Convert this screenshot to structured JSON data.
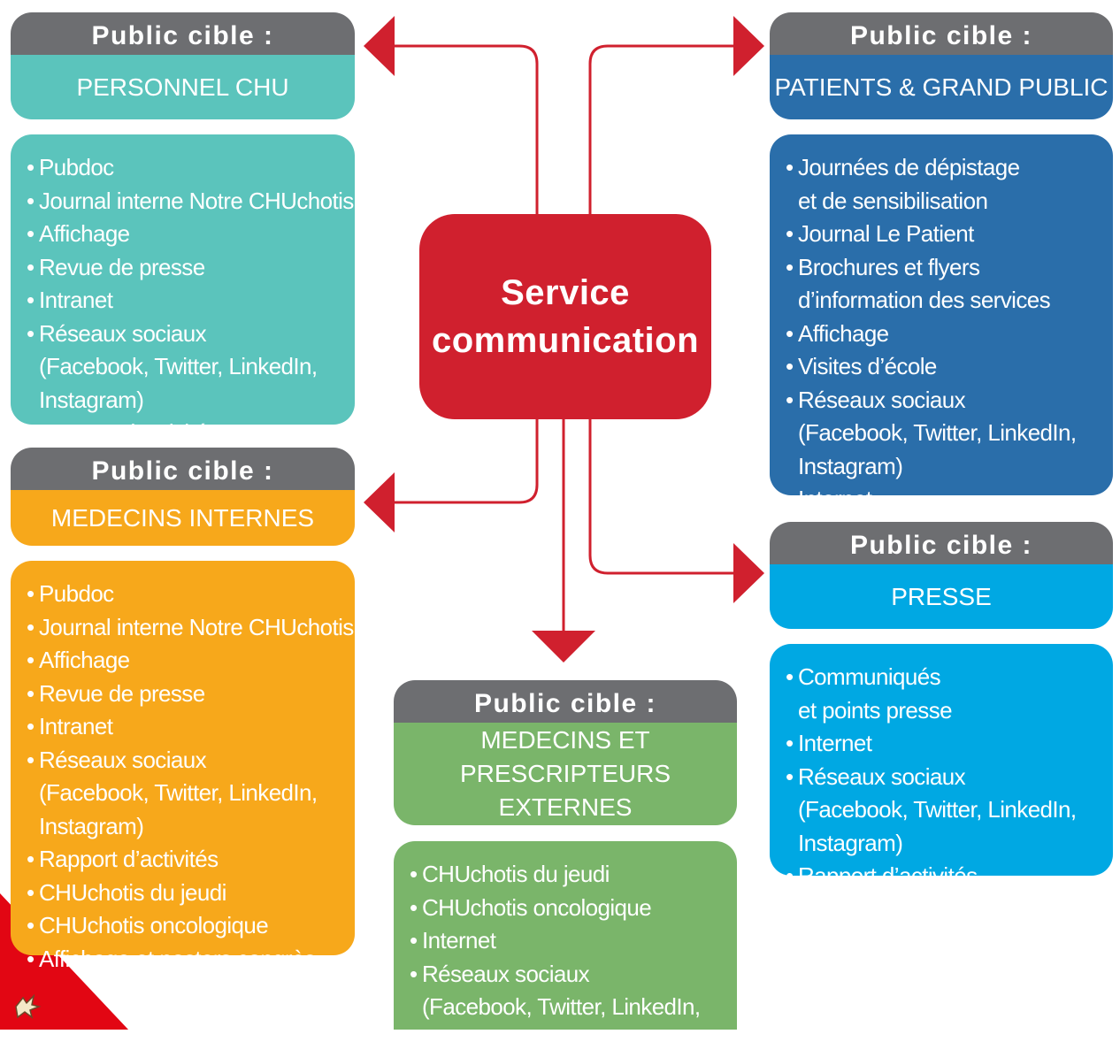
{
  "center": {
    "line1": "Service",
    "line2": "communication"
  },
  "accent_color": "#d0202e",
  "header_color": "#6d6e71",
  "audiences": [
    {
      "header": "Public cible :",
      "label_lines": [
        "PERSONNEL CHU"
      ],
      "color": "#5bc4bc",
      "items": [
        "Pubdoc",
        "Journal interne Notre CHUchotis",
        "Affichage",
        "Revue de presse",
        "Intranet",
        "Réseaux sociaux (Facebook, Twitter, LinkedIn, Instagram)",
        "Rapport d’activités"
      ]
    },
    {
      "header": "Public cible :",
      "label_lines": [
        "PATIENTS & GRAND PUBLIC"
      ],
      "color": "#2a6eaa",
      "items": [
        "Journées de dépistage et de sensibilisation",
        "Journal Le Patient",
        "Brochures et flyers d’information des services",
        "Affichage",
        "Visites d’école",
        "Réseaux sociaux (Facebook, Twitter, LinkedIn, Instagram)",
        "Internet"
      ]
    },
    {
      "header": "Public cible :",
      "label_lines": [
        "MEDECINS INTERNES"
      ],
      "color": "#f7a81b",
      "items": [
        "Pubdoc",
        "Journal interne Notre CHUchotis",
        "Affichage",
        "Revue de presse",
        "Intranet",
        "Réseaux sociaux (Facebook, Twitter, LinkedIn, Instagram)",
        "Rapport d’activités",
        "CHUchotis du jeudi",
        "CHUchotis oncologique",
        "Affichage et posters congrès"
      ]
    },
    {
      "header": "Public cible :",
      "label_lines": [
        "PRESSE"
      ],
      "color": "#00a8e3",
      "items": [
        "Communiqués et points presse",
        "Internet",
        "Réseaux sociaux (Facebook, Twitter, LinkedIn, Instagram)",
        "Rapport d’activités"
      ]
    },
    {
      "header": "Public cible :",
      "label_lines": [
        "MEDECINS ET",
        "PRESCRIPTEURS EXTERNES"
      ],
      "color": "#7ab56a",
      "items": [
        "CHUchotis du jeudi",
        "CHUchotis oncologique",
        "Internet",
        "Réseaux sociaux (Facebook, Twitter, LinkedIn, Instagram)"
      ]
    }
  ]
}
